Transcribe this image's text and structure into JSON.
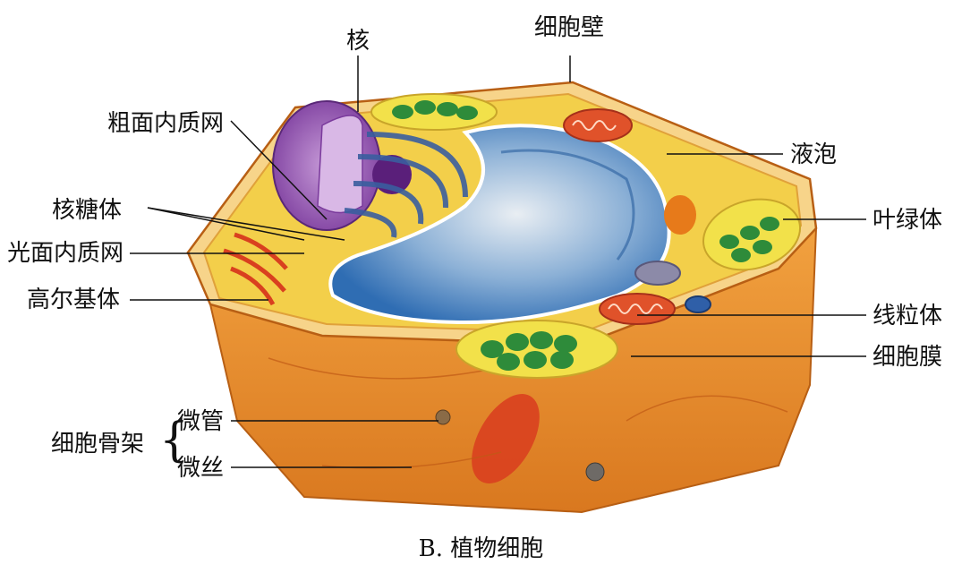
{
  "labels": {
    "nucleus": "核",
    "cell_wall": "细胞壁",
    "rough_er": "粗面内质网",
    "vacuole": "液泡",
    "ribosome": "核糖体",
    "chloroplast": "叶绿体",
    "smooth_er": "光面内质网",
    "golgi": "高尔基体",
    "mitochondrion": "线粒体",
    "cell_membrane": "细胞膜",
    "cytoskeleton": "细胞骨架",
    "microtubule": "微管",
    "microfilament": "微丝"
  },
  "caption": "B. 植物细胞",
  "colors": {
    "wall_outer": "#e8892e",
    "cytoplasm": "#f3cf4a",
    "vacuole": "#3f7fc2",
    "nucleus": "#8a4aa8",
    "chloroplast": "#2e8b3a",
    "mitochondria": "#d94a2a"
  }
}
